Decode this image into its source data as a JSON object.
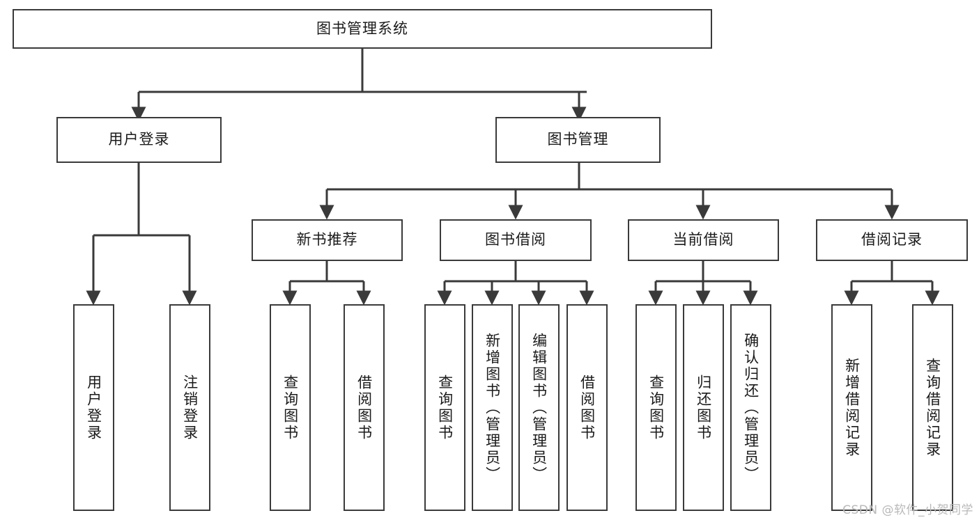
{
  "diagram": {
    "title": "图书管理系统",
    "type": "tree",
    "root": {
      "label": "图书管理系统",
      "orientation": "horizontal"
    },
    "level2": [
      {
        "label": "用户登录",
        "orientation": "horizontal"
      },
      {
        "label": "图书管理",
        "orientation": "horizontal"
      }
    ],
    "level3": [
      {
        "label": "新书推荐",
        "orientation": "horizontal",
        "parent": "图书管理"
      },
      {
        "label": "图书借阅",
        "orientation": "horizontal",
        "parent": "图书管理"
      },
      {
        "label": "当前借阅",
        "orientation": "horizontal",
        "parent": "图书管理"
      },
      {
        "label": "借阅记录",
        "orientation": "horizontal",
        "parent": "图书管理"
      }
    ],
    "leaves": {
      "user_login": [
        {
          "label": "用户登录",
          "orientation": "vertical"
        },
        {
          "label": "注销登录",
          "orientation": "vertical"
        }
      ],
      "new_book": [
        {
          "label": "查询图书",
          "orientation": "vertical"
        },
        {
          "label": "借阅图书",
          "orientation": "vertical"
        }
      ],
      "borrow_book": [
        {
          "label": "查询图书",
          "orientation": "vertical"
        },
        {
          "label": "新增图书（管理员）",
          "orientation": "vertical"
        },
        {
          "label": "编辑图书（管理员）",
          "orientation": "vertical"
        },
        {
          "label": "借阅图书",
          "orientation": "vertical"
        }
      ],
      "current_borrow": [
        {
          "label": "查询图书",
          "orientation": "vertical"
        },
        {
          "label": "归还图书",
          "orientation": "vertical"
        },
        {
          "label": "确认归还（管理员）",
          "orientation": "vertical"
        }
      ],
      "borrow_record": [
        {
          "label": "新增借阅记录",
          "orientation": "vertical"
        },
        {
          "label": "查询借阅记录",
          "orientation": "vertical"
        }
      ]
    },
    "colors": {
      "stroke": "#3a3a3a",
      "fill": "#ffffff",
      "text": "#1a1a1a",
      "watermark": "#b9b9b9"
    }
  },
  "watermark": {
    "text": "CSDN @软件_小贺同学"
  }
}
